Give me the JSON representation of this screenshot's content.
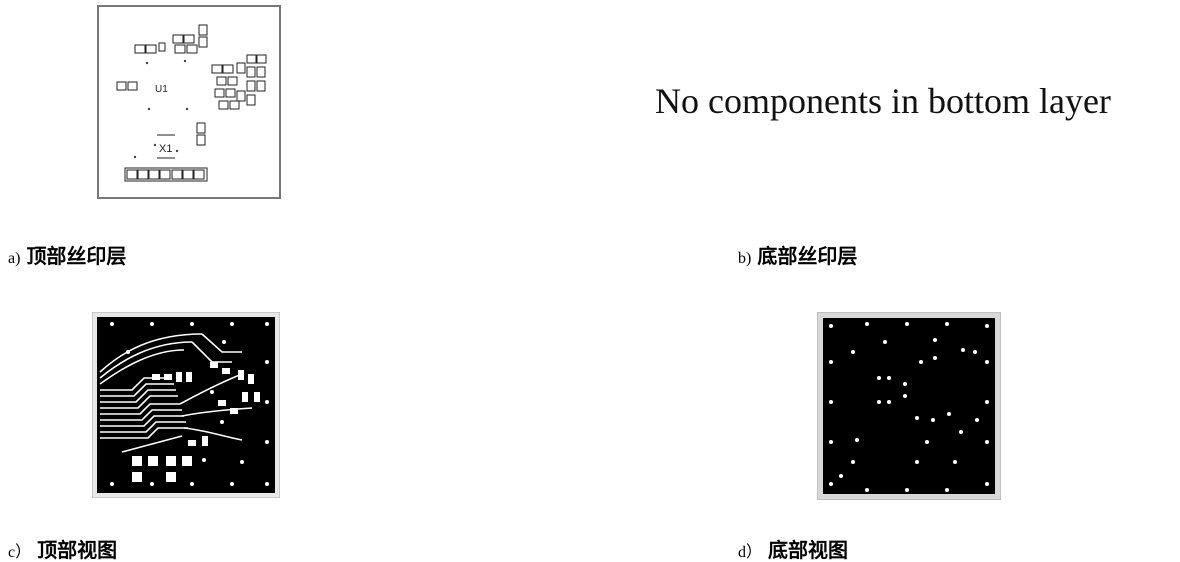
{
  "panels": {
    "a": {
      "tag": "a)",
      "caption": "顶部丝印层"
    },
    "b": {
      "tag": "b)",
      "caption": "底部丝印层",
      "message": "No components in bottom layer"
    },
    "c": {
      "tag": "c）",
      "caption": "顶部视图"
    },
    "d": {
      "tag": "d）",
      "caption": "底部视图"
    }
  },
  "silkscreen_labels": {
    "u1": "U1",
    "x1": "X1"
  },
  "colors": {
    "board": "#000000",
    "background": "#ffffff",
    "outline": "#808080"
  }
}
